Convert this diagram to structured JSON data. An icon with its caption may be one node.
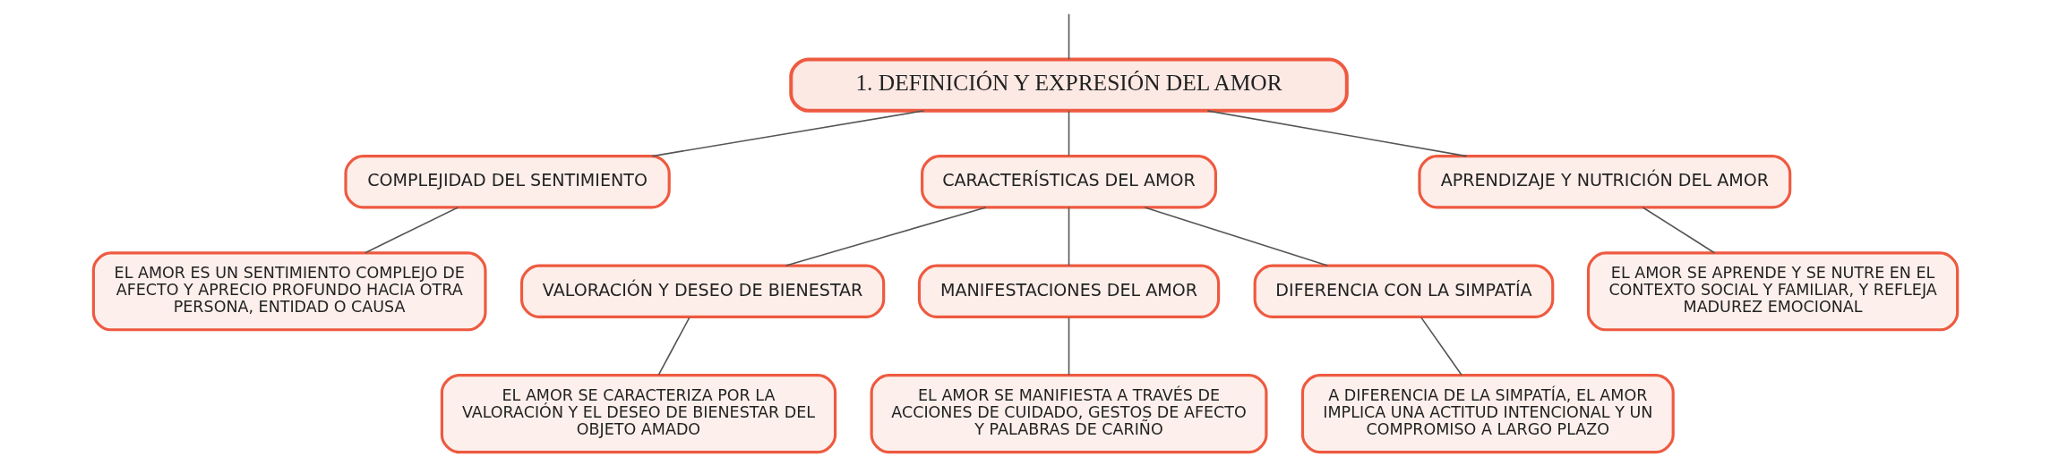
{
  "diagram": {
    "nodes": [
      {
        "text": [
          "1. DEFINICIÓN Y EXPRESIÓN DEL AMOR"
        ]
      },
      {
        "text": [
          "COMPLEJIDAD DEL SENTIMIENTO"
        ]
      },
      {
        "text": [
          "CARACTERÍSTICAS DEL AMOR"
        ]
      },
      {
        "text": [
          "APRENDIZAJE Y NUTRICIÓN DEL AMOR"
        ]
      },
      {
        "text": [
          "EL AMOR ES UN SENTIMIENTO COMPLEJO DE AFECTO Y APRECIO PROFUNDO HACIA OTRA PERSONA, ENTIDAD O CAUSA"
        ]
      },
      {
        "text": [
          "VALORACIÓN Y DESEO DE BIENESTAR"
        ]
      },
      {
        "text": [
          "MANIFESTACIONES DEL AMOR"
        ]
      },
      {
        "text": [
          "DIFERENCIA CON LA SIMPATÍA"
        ]
      },
      {
        "text": [
          "EL AMOR SE APRENDE Y SE NUTRE EN EL CONTEXTO SOCIAL Y FAMILIAR, Y REFLEJA MADUREZ EMOCIONAL"
        ]
      },
      {
        "text": [
          "EL AMOR SE CARACTERIZA POR LA VALORACIÓN Y EL DESEO DE BIENESTAR DEL OBJETO AMADO"
        ]
      },
      {
        "text": [
          "EL AMOR SE MANIFIESTA A TRAVÉS DE ACCIONES DE CUIDADO, GESTOS DE AFECTO Y PALABRAS DE CARIÑO"
        ]
      },
      {
        "text": [
          "A DIFERENCIA DE LA SIMPATÍA, EL AMOR IMPLICA UNA ACTITUD INTENCIONAL Y UN COMPROMISO A LARGO PLAZO"
        ]
      }
    ],
    "edges": [
      {
        "from": null,
        "to": 0,
        "arrow": "none"
      },
      {
        "from": 0,
        "to": 1,
        "arrow": "none"
      },
      {
        "from": 0,
        "to": 2,
        "arrow": "none"
      },
      {
        "from": 0,
        "to": 3,
        "arrow": "none"
      },
      {
        "from": 1,
        "to": 4,
        "arrow": "none"
      },
      {
        "from": 2,
        "to": 5,
        "arrow": "none"
      },
      {
        "from": 2,
        "to": 6,
        "arrow": "none"
      },
      {
        "from": 2,
        "to": 7,
        "arrow": "none"
      },
      {
        "from": 3,
        "to": 8,
        "arrow": "none"
      },
      {
        "from": 5,
        "to": 9,
        "arrow": "none"
      },
      {
        "from": 6,
        "to": 10,
        "arrow": "none"
      },
      {
        "from": 7,
        "to": 11,
        "arrow": "none"
      }
    ]
  }
}
